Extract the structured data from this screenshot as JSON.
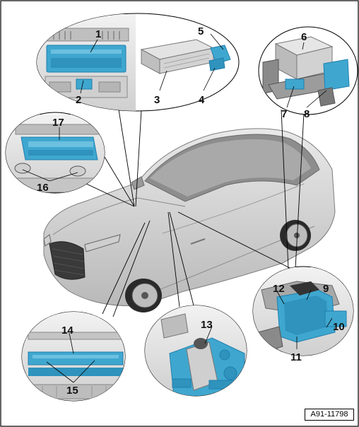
{
  "figure": {
    "reference_code": "A91-11798"
  },
  "callouts": [
    {
      "id": "1",
      "label": "1"
    },
    {
      "id": "2",
      "label": "2"
    },
    {
      "id": "3",
      "label": "3"
    },
    {
      "id": "4",
      "label": "4"
    },
    {
      "id": "5",
      "label": "5"
    },
    {
      "id": "6",
      "label": "6"
    },
    {
      "id": "7",
      "label": "7"
    },
    {
      "id": "8",
      "label": "8"
    },
    {
      "id": "9",
      "label": "9"
    },
    {
      "id": "10",
      "label": "10"
    },
    {
      "id": "11",
      "label": "11"
    },
    {
      "id": "12",
      "label": "12"
    },
    {
      "id": "13",
      "label": "13"
    },
    {
      "id": "14",
      "label": "14"
    },
    {
      "id": "15",
      "label": "15"
    },
    {
      "id": "16",
      "label": "16"
    },
    {
      "id": "17",
      "label": "17"
    }
  ],
  "colors": {
    "component_highlight": "#3fa7cf",
    "component_highlight_dark": "#1f7fae",
    "car_body": "#d4d4d4",
    "car_shadow": "#9a9a9a",
    "detail_bg": "#e6e6e6",
    "outline": "#000000"
  }
}
